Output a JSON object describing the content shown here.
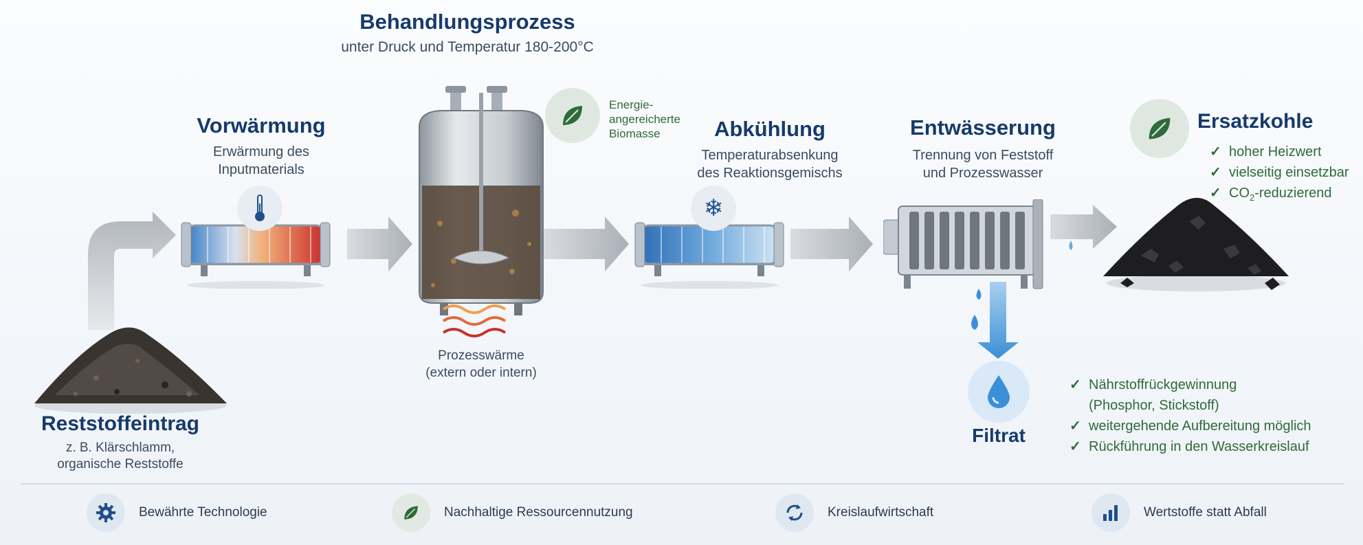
{
  "header": {
    "title": "Behandlungsprozess",
    "subtitle": "unter Druck und Temperatur 180-200°C"
  },
  "steps": {
    "input": {
      "title": "Reststoffeintrag",
      "line1": "z. B. Klärschlamm,",
      "line2": "organische Reststoffe"
    },
    "preheat": {
      "title": "Vorwärmung",
      "line1": "Erwärmung des",
      "line2": "Inputmaterials"
    },
    "heat": {
      "line1": "Prozesswärme",
      "line2": "(extern oder intern)"
    },
    "biomass": {
      "line1": "Energie-",
      "line2": "angereicherte",
      "line3": "Biomasse"
    },
    "cooling": {
      "title": "Abkühlung",
      "line1": "Temperaturabsenkung",
      "line2": "des Reaktionsgemischs"
    },
    "dewater": {
      "title": "Entwässerung",
      "line1": "Trennung von Feststoff",
      "line2": "und Prozesswasser"
    },
    "coal": {
      "title": "Ersatzkohle",
      "benefits": [
        "hoher Heizwert",
        "vielseitig einsetzbar"
      ],
      "co2_prefix": "CO",
      "co2_sub": "2",
      "co2_suffix": "-reduzierend"
    },
    "filtrate": {
      "title": "Filtrat",
      "benefits": [
        "Nährstoffrückgewinnung",
        "weitergehende Aufbereitung möglich",
        "Rückführung in den Wasserkreislauf"
      ],
      "benefit_note": "(Phosphor, Stickstoff)"
    }
  },
  "check_mark": "✓",
  "snowflake": "❄",
  "footer": {
    "items": [
      {
        "label": "Bewährte Technologie",
        "icon": "gear-icon"
      },
      {
        "label": "Nachhaltige Ressourcennutzung",
        "icon": "leaf-icon"
      },
      {
        "label": "Kreislaufwirtschaft",
        "icon": "cycle-icon"
      },
      {
        "label": "Wertstoffe statt Abfall",
        "icon": "bar-chart-icon"
      }
    ]
  },
  "colors": {
    "title": "#173a6b",
    "green": "#2e6b3a",
    "arrow": "#b9bdc3",
    "water": "#3b8fd6"
  }
}
